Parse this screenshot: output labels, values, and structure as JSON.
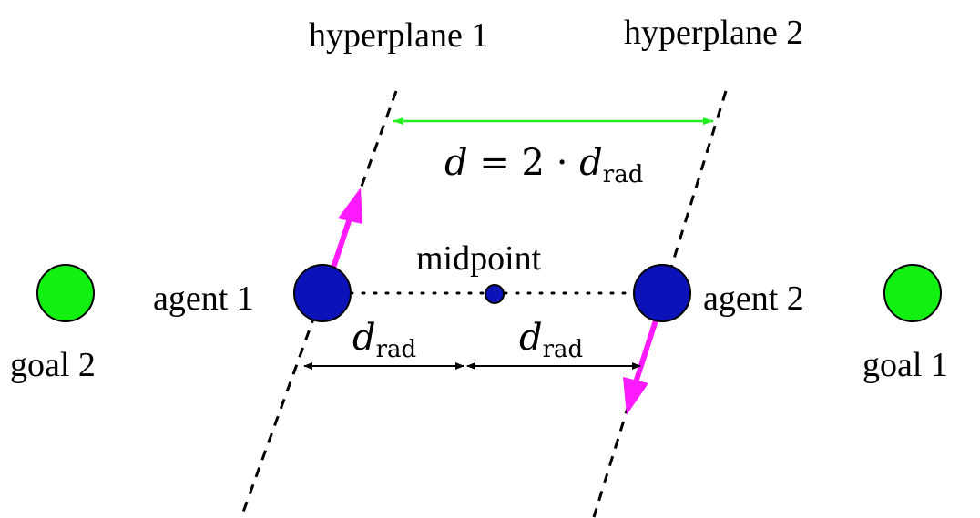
{
  "labels": {
    "hyperplane1": "hyperplane 1",
    "hyperplane2": "hyperplane 2",
    "midpoint": "midpoint",
    "agent1": "agent 1",
    "agent2": "agent 2",
    "goal1": "goal 1",
    "goal2": "goal 2"
  },
  "formula": {
    "lhs": "d",
    "eq": " = 2 · ",
    "var": "d",
    "sub": "rad"
  },
  "distance": {
    "var": "d",
    "sub": "rad"
  },
  "colors": {
    "agent": "#0b13b8",
    "goal": "#12f012",
    "velocity": "#ff1aff",
    "separation": "#22ee22",
    "line": "#000000"
  }
}
